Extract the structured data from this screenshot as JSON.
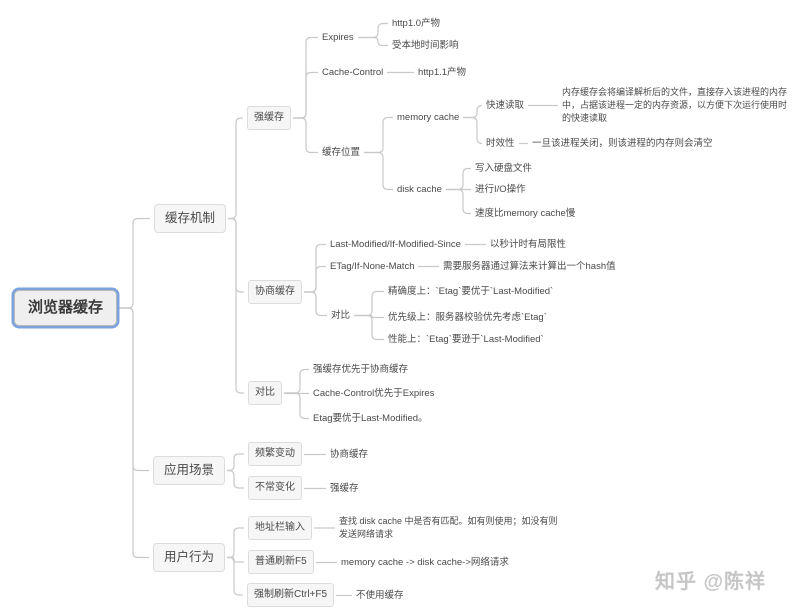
{
  "watermark": "知乎 @陈祥",
  "colors": {
    "canvas_bg": "#ffffff",
    "node_fill": "#f6f6f6",
    "node_border": "#dcdcdc",
    "root_fill": "#efefef",
    "root_border": "#b9b9b9",
    "selection_ring": "#7ba3dc",
    "connector": "#c9c9c9",
    "text": "#4a4a4a",
    "watermark": "#c6c6c6"
  },
  "mindmap": {
    "nodes": [
      {
        "id": "root",
        "parent": null,
        "kind": "root",
        "label": "浏览器缓存"
      },
      {
        "id": "mech",
        "parent": "root",
        "kind": "section",
        "label": "缓存机制"
      },
      {
        "id": "scen",
        "parent": "root",
        "kind": "section",
        "label": "应用场景"
      },
      {
        "id": "user",
        "parent": "root",
        "kind": "section",
        "label": "用户行为"
      },
      {
        "id": "strong",
        "parent": "mech",
        "kind": "box",
        "label": "强缓存"
      },
      {
        "id": "nego",
        "parent": "mech",
        "kind": "box",
        "label": "协商缓存"
      },
      {
        "id": "comp2",
        "parent": "mech",
        "kind": "box",
        "label": "对比"
      },
      {
        "id": "expires",
        "parent": "strong",
        "kind": "plain",
        "label": "Expires"
      },
      {
        "id": "cachecontrol",
        "parent": "strong",
        "kind": "plain",
        "label": "Cache-Control"
      },
      {
        "id": "location",
        "parent": "strong",
        "kind": "plain",
        "label": "缓存位置"
      },
      {
        "id": "http10",
        "parent": "expires",
        "kind": "plain",
        "label": "http1.0产物"
      },
      {
        "id": "localtime",
        "parent": "expires",
        "kind": "plain",
        "label": "受本地时间影响"
      },
      {
        "id": "http11",
        "parent": "cachecontrol",
        "kind": "plain",
        "label": "http1.1产物"
      },
      {
        "id": "memcache",
        "parent": "location",
        "kind": "plain",
        "label": "memory cache"
      },
      {
        "id": "diskcache",
        "parent": "location",
        "kind": "plain",
        "label": "disk cache"
      },
      {
        "id": "fastread",
        "parent": "memcache",
        "kind": "plain",
        "label": "快速读取"
      },
      {
        "id": "memdesc",
        "parent": "fastread",
        "kind": "para",
        "label": "内存缓存会将编译解析后的文件，直接存入该进程的内存\n中，占据该进程一定的内存资源，以方便下次运行使用时\n的快速读取"
      },
      {
        "id": "timeliness",
        "parent": "memcache",
        "kind": "plain",
        "label": "时效性"
      },
      {
        "id": "timedesc",
        "parent": "timeliness",
        "kind": "plain",
        "label": "一旦该进程关闭，则该进程的内存则会清空"
      },
      {
        "id": "writedisk",
        "parent": "diskcache",
        "kind": "plain",
        "label": "写入硬盘文件"
      },
      {
        "id": "ioop",
        "parent": "diskcache",
        "kind": "plain",
        "label": "进行I/O操作"
      },
      {
        "id": "slower",
        "parent": "diskcache",
        "kind": "plain",
        "label": "速度比memory cache慢"
      },
      {
        "id": "lastmod",
        "parent": "nego",
        "kind": "plain",
        "label": "Last-Modified/If-Modified-Since"
      },
      {
        "id": "seconds",
        "parent": "lastmod",
        "kind": "plain",
        "label": "以秒计时有局限性"
      },
      {
        "id": "etag",
        "parent": "nego",
        "kind": "plain",
        "label": "ETag/If-None-Match"
      },
      {
        "id": "hash",
        "parent": "etag",
        "kind": "plain",
        "label": "需要服务器通过算法来计算出一个hash值"
      },
      {
        "id": "comp1",
        "parent": "nego",
        "kind": "plain",
        "label": "对比"
      },
      {
        "id": "precision",
        "parent": "comp1",
        "kind": "plain",
        "label": "精确度上：`Etag`要优于`Last-Modified`"
      },
      {
        "id": "priority",
        "parent": "comp1",
        "kind": "plain",
        "label": "优先级上：服务器校验优先考虑`Etag`"
      },
      {
        "id": "perf",
        "parent": "comp1",
        "kind": "plain",
        "label": "性能上：`Etag`要逊于`Last-Modified`"
      },
      {
        "id": "strongfirst",
        "parent": "comp2",
        "kind": "plain",
        "label": "强缓存优先于协商缓存"
      },
      {
        "id": "ccfirst",
        "parent": "comp2",
        "kind": "plain",
        "label": "Cache-Control优先于Expires"
      },
      {
        "id": "etagfirst",
        "parent": "comp2",
        "kind": "plain",
        "label": "Etag要优于Last-Modified。"
      },
      {
        "id": "freq",
        "parent": "scen",
        "kind": "box",
        "label": "频繁变动"
      },
      {
        "id": "negoref",
        "parent": "freq",
        "kind": "plain",
        "label": "协商缓存"
      },
      {
        "id": "rare",
        "parent": "scen",
        "kind": "box",
        "label": "不常变化"
      },
      {
        "id": "strongref",
        "parent": "rare",
        "kind": "plain",
        "label": "强缓存"
      },
      {
        "id": "addr",
        "parent": "user",
        "kind": "box",
        "label": "地址栏输入"
      },
      {
        "id": "addrdesc",
        "parent": "addr",
        "kind": "para",
        "label": "查找 disk cache 中是否有匹配。如有则使用；如没有则\n发送网络请求"
      },
      {
        "id": "f5",
        "parent": "user",
        "kind": "box",
        "label": "普通刷新F5"
      },
      {
        "id": "f5desc",
        "parent": "f5",
        "kind": "plain",
        "label": "memory cache -> disk cache->网络请求"
      },
      {
        "id": "ctrlf5",
        "parent": "user",
        "kind": "box",
        "label": "强制刷新Ctrl+F5"
      },
      {
        "id": "nocache",
        "parent": "ctrlf5",
        "kind": "plain",
        "label": "不使用缓存"
      }
    ]
  }
}
